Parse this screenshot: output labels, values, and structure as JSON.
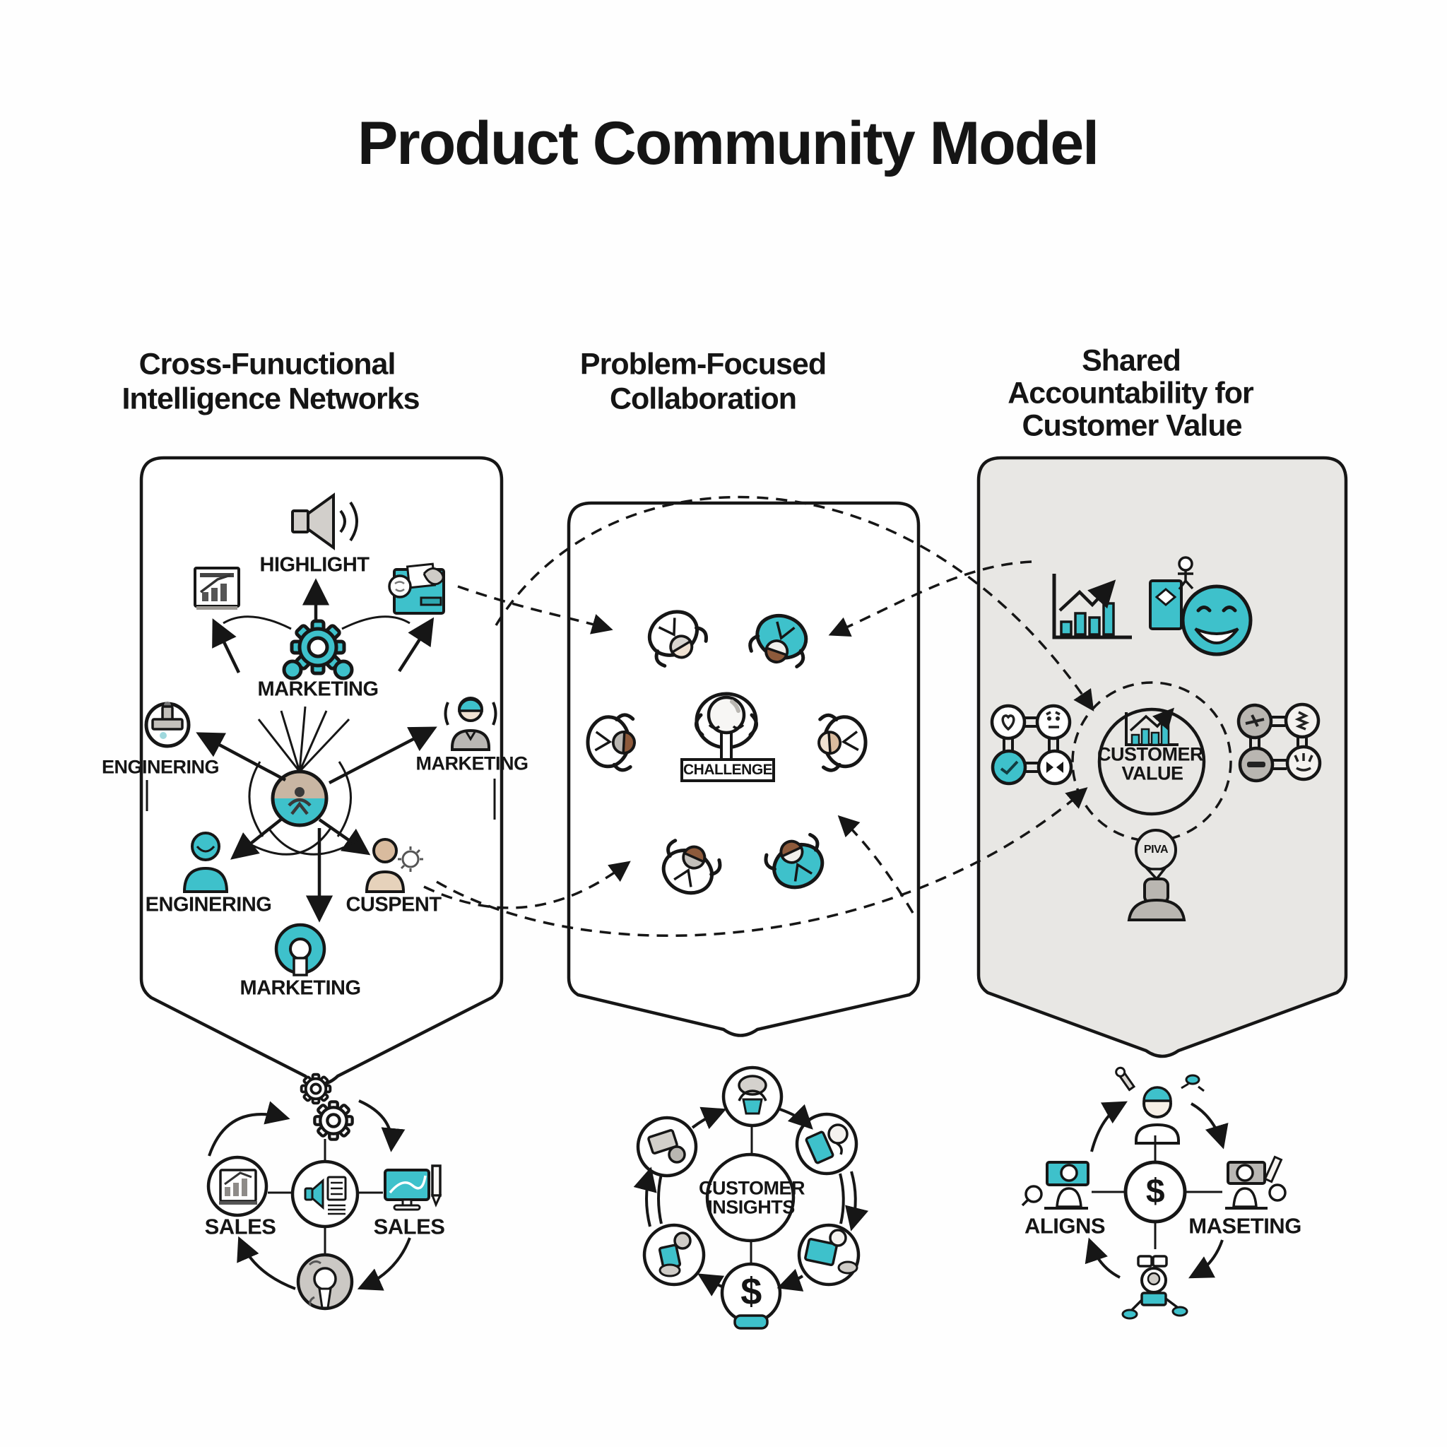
{
  "title": "Product Community Model",
  "colors": {
    "teal": "#3EC1CB",
    "panel3_background": "#e8e7e4",
    "icon_gray": "#c3c0bb",
    "hub_tan": "#c9b6a3",
    "skin_tan": "#d9bb9e",
    "line": "#161616"
  },
  "columns": {
    "col1": {
      "header_line1": "Cross-Funuctional",
      "header_line2": "Intelligence Networks"
    },
    "col2": {
      "header_line1": "Problem-Focused",
      "header_line2": "Collaboration"
    },
    "col3": {
      "header_line1": "Shared",
      "header_line2": "Accountability for",
      "header_line3": "Customer Value"
    }
  },
  "panel1": {
    "highlight": "HIGHLIGHT",
    "marketing_top": "MARKETING",
    "engineering_left": "ENGINERING",
    "marketing_right": "MARKETING",
    "engineering_bottom": "ENGINERING",
    "cuspent": "CUSPENT",
    "marketing_bottom": "MARKETING"
  },
  "panel2": {
    "challenge": "CHALLENGE"
  },
  "panel3": {
    "customer_value_line1": "CUSTOMER",
    "customer_value_line2": "VALUE",
    "thought_bubble": "PIVA"
  },
  "bottom_left": {
    "sales_left": "SALES",
    "sales_right": "SALES"
  },
  "bottom_middle": {
    "hub_line1": "CUSTOMER",
    "hub_line2": "INSIGHTS",
    "dollar": "$"
  },
  "bottom_right": {
    "aligns": "ALIGNS",
    "maseting": "MASETING",
    "dollar": "$"
  }
}
